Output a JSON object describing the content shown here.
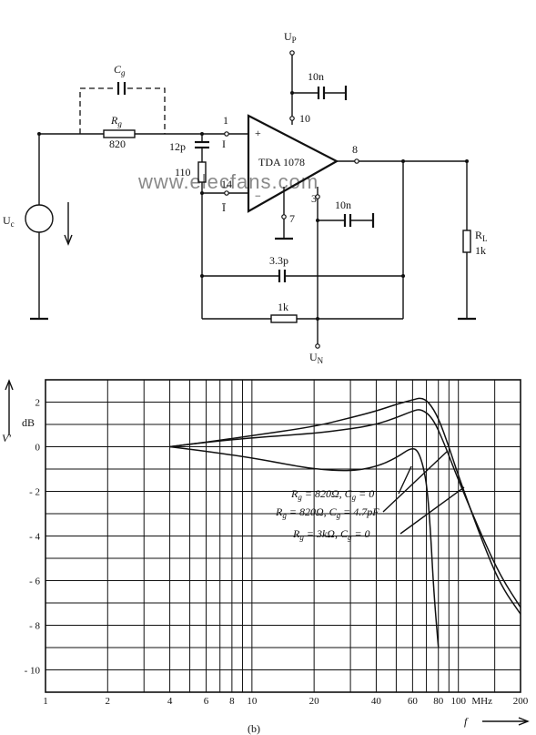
{
  "circuit": {
    "supply_positive": "U",
    "supply_positive_sub": "P",
    "supply_negative": "U",
    "supply_negative_sub": "N",
    "source_label": "U",
    "source_sub": "c",
    "cg_label": "C",
    "cg_sub": "g",
    "rg_label": "R",
    "rg_sub": "g",
    "rg_value": "820",
    "cap_12p": "12p",
    "res_110": "110",
    "chip_label": "TDA 1078",
    "pin_1": "1",
    "pin_10": "10",
    "pin_8": "8",
    "pin_14": "14",
    "pin_3": "3",
    "pin_7": "7",
    "input_I": "I",
    "input_Ibar": "Ī",
    "plus": "+",
    "minus": "−",
    "cap_10n_top": "10n",
    "cap_10n_mid": "10n",
    "cap_3p3": "3.3p",
    "res_1k": "1k",
    "rl_label": "R",
    "rl_sub": "L",
    "rl_value": "1k",
    "watermark": "www.elecfans.com"
  },
  "chart_data": {
    "type": "line",
    "xscale": "log",
    "xlim": [
      1,
      200
    ],
    "ylim": [
      -11,
      3
    ],
    "ylabel": "V′",
    "yunit": "dB",
    "xunit": "MHz",
    "xlabel": "f",
    "caption": "(b)",
    "x_ticks": [
      1,
      2,
      4,
      6,
      8,
      10,
      20,
      40,
      60,
      80,
      100,
      200
    ],
    "x_tick_labels": [
      "1",
      "2",
      "4",
      "6",
      "8",
      "10",
      "20",
      "40",
      "60",
      "80",
      "100",
      "MHz",
      "200"
    ],
    "y_ticks": [
      2,
      0,
      -2,
      -4,
      -6,
      -8,
      -10
    ],
    "y_tick_labels": [
      "2",
      "0",
      "- 2",
      "- 4",
      "- 6",
      "- 8",
      "- 10"
    ],
    "grid": true,
    "series": [
      {
        "name": "Rg = 820Ω, Cg = 0",
        "label_main": "R",
        "label_sub": "g",
        "label_rest": " = 820Ω, C",
        "label_sub2": "g",
        "label_end": " = 0",
        "x": [
          4,
          6,
          10,
          20,
          30,
          40,
          50,
          60,
          66,
          75,
          85,
          100,
          130,
          160,
          200
        ],
        "y": [
          0,
          0.2,
          0.4,
          0.6,
          0.8,
          1.0,
          1.3,
          1.6,
          1.7,
          1.3,
          0.2,
          -1.5,
          -4.0,
          -5.8,
          -7.2
        ]
      },
      {
        "name": "Rg = 820Ω, Cg = 4.7pF",
        "label_main": "R",
        "label_sub": "g",
        "label_rest": " = 820Ω, C",
        "label_sub2": "g",
        "label_end": " = 4.7pF",
        "x": [
          4,
          6,
          10,
          20,
          30,
          40,
          50,
          60,
          66,
          72,
          80,
          90,
          100,
          130,
          160,
          200
        ],
        "y": [
          0,
          0.2,
          0.5,
          0.9,
          1.3,
          1.6,
          1.9,
          2.1,
          2.2,
          2.0,
          1.3,
          0.0,
          -1.3,
          -4.2,
          -6.2,
          -7.5
        ]
      },
      {
        "name": "Rg = 3kΩ, Cg = 0",
        "label_main": "R",
        "label_sub": "g",
        "label_rest": " = 3kΩ, C",
        "label_sub2": "g",
        "label_end": " = 0",
        "x": [
          4,
          6,
          10,
          15,
          20,
          30,
          40,
          50,
          60,
          65,
          70,
          73,
          76,
          80
        ],
        "y": [
          0,
          -0.2,
          -0.5,
          -0.8,
          -1.0,
          -1.1,
          -0.9,
          -0.5,
          0.0,
          -0.3,
          -1.5,
          -3.5,
          -6.5,
          -9.0
        ]
      }
    ]
  }
}
